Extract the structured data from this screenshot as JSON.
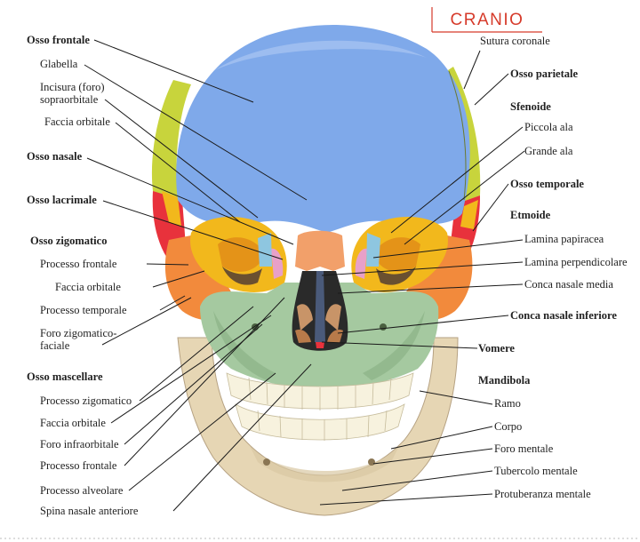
{
  "title": "CRANIO",
  "colors": {
    "frontal": "#7fa9ea",
    "parietal": "#c8d43c",
    "sphenoid": "#f2b81c",
    "temporal": "#e8323c",
    "zygomatic": "#f28a3c",
    "maxilla": "#a5c9a0",
    "nasal": "#f2a06a",
    "lacrimal": "#e8a0c8",
    "ethmoid": "#8ec6e0",
    "mandible": "#e6d6b4",
    "teeth": "#f7f2de",
    "vomer": "#4a5a7a",
    "title_red": "#d63a2a"
  },
  "labels_left": {
    "osso_frontale": "Osso frontale",
    "glabella": "Glabella",
    "incisura_1": "Incisura (foro)",
    "incisura_2": "sopraorbitale",
    "faccia_orbitale_front": "Faccia orbitale",
    "osso_nasale": "Osso nasale",
    "osso_lacrimale": "Osso lacrimale",
    "osso_zigomatico": "Osso zigomatico",
    "processo_frontale_zig": "Processo frontale",
    "faccia_orbitale_zig": "Faccia orbitale",
    "processo_temporale": "Processo temporale",
    "foro_zig_1": "Foro zigomatico-",
    "foro_zig_2": "faciale",
    "osso_mascellare": "Osso mascellare",
    "processo_zigomatico": "Processo zigomatico",
    "faccia_orbitale_masc": "Faccia orbitale",
    "foro_infraorbitale": "Foro infraorbitale",
    "processo_frontale_masc": "Processo frontale",
    "processo_alveolare": "Processo alveolare",
    "spina_nasale": "Spina nasale anteriore"
  },
  "labels_right": {
    "sutura_coronale": "Sutura coronale",
    "osso_parietale": "Osso parietale",
    "sfenoide": "Sfenoide",
    "piccola_ala": "Piccola ala",
    "grande_ala": "Grande ala",
    "osso_temporale": "Osso temporale",
    "etmoide": "Etmoide",
    "lamina_papiracea": "Lamina papiracea",
    "lamina_perpendicolare": "Lamina perpendicolare",
    "conca_media": "Conca nasale media",
    "conca_inferiore": "Conca nasale inferiore",
    "vomere": "Vomere",
    "mandibola": "Mandibola",
    "ramo": "Ramo",
    "corpo": "Corpo",
    "foro_mentale": "Foro mentale",
    "tubercolo_mentale": "Tubercolo mentale",
    "protuberanza_mentale": "Protuberanza mentale"
  }
}
